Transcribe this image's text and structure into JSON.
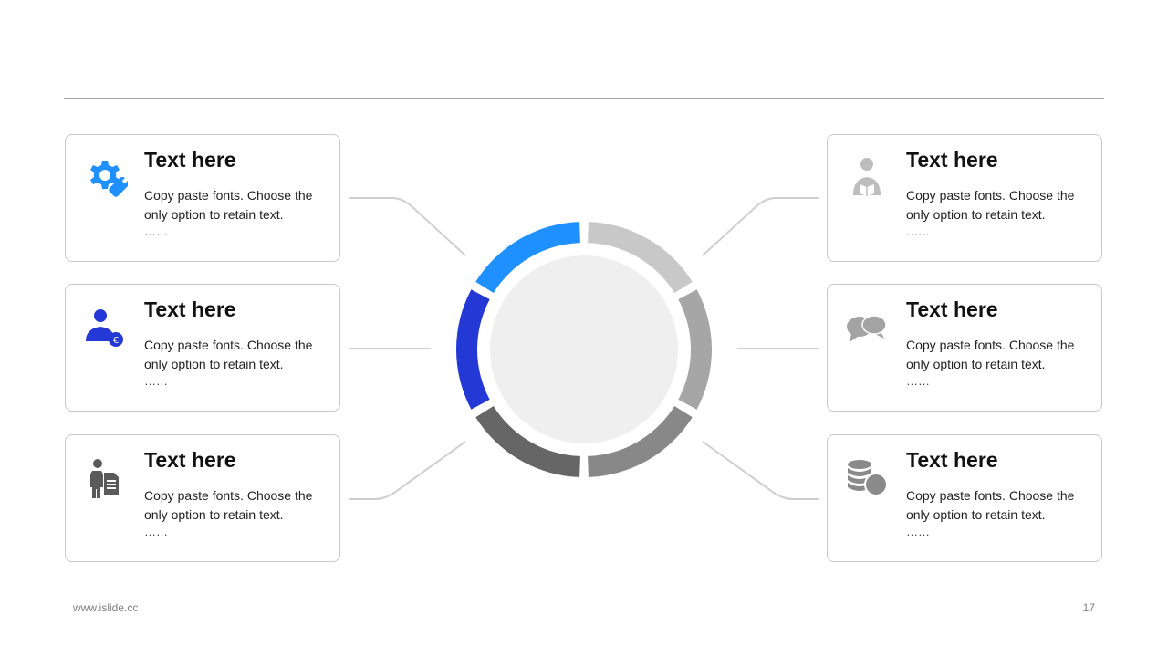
{
  "cards": [
    {
      "title": "Text here",
      "body": "Copy paste fonts. Choose the only option to retain text.",
      "dots": "……",
      "icon": "gear-wrench-icon",
      "color": "#1e90ff"
    },
    {
      "title": "Text here",
      "body": "Copy paste fonts. Choose the only option to retain text.",
      "dots": "……",
      "icon": "businessman-euro-icon",
      "color": "#2438d6"
    },
    {
      "title": "Text here",
      "body": "Copy paste fonts. Choose the only option to retain text.",
      "dots": "……",
      "icon": "person-document-icon",
      "color": "#5a5a5a"
    },
    {
      "title": "Text here",
      "body": "Copy paste fonts. Choose the only option to retain text.",
      "dots": "……",
      "icon": "person-reading-icon",
      "color": "#bdbdbd"
    },
    {
      "title": "Text here",
      "body": "Copy paste fonts. Choose the only option to retain text.",
      "dots": "……",
      "icon": "speech-bubbles-icon",
      "color": "#a3a3a3"
    },
    {
      "title": "Text here",
      "body": "Copy paste fonts. Choose the only option to retain text.",
      "dots": "……",
      "icon": "coins-stack-icon",
      "color": "#8a8a8a"
    }
  ],
  "ring_colors": [
    "#1e90ff",
    "#2438d6",
    "#666666",
    "#888888",
    "#a6a6a6",
    "#c8c8c8"
  ],
  "ring_center_color": "#efefef",
  "connector_color": "#cfcfcf",
  "footer": {
    "url": "www.islide.cc",
    "page": "17"
  }
}
